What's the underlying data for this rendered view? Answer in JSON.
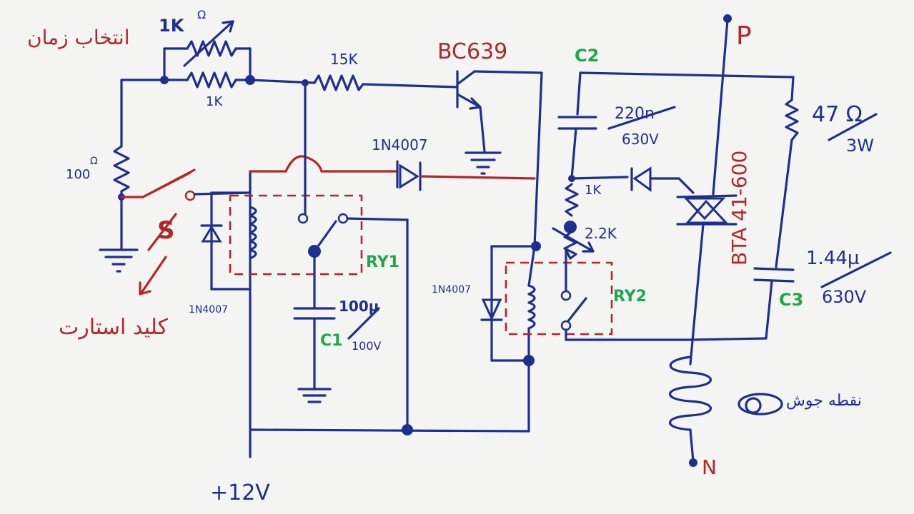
{
  "diagram": {
    "time_select_label": "انتخاب زمان",
    "pot_value": "1K",
    "pot_unit": "Ω",
    "r_parallel": "1K",
    "r_base": "15K",
    "transistor": "BC639",
    "r_switch": "100",
    "r_switch_unit": "Ω",
    "switch_label": "S",
    "start_key_label": "کلید استارت",
    "diode1": "1N4007",
    "diode2": "1N4007",
    "diode3": "1N4007",
    "relay1": "RY1",
    "relay2": "RY2",
    "c1_name": "C1",
    "c1_value": "100µ",
    "c1_voltage": "100V",
    "supply": "+12V",
    "c2_name": "C2",
    "c2_value": "220n",
    "c2_voltage": "630V",
    "r_gate1": "1K",
    "r_gate2": "2.2K",
    "triac": "BTA 41-600",
    "r_snubber": "47 Ω",
    "r_snubber_power": "3W",
    "c3_name": "C3",
    "c3_value": "1.44µ",
    "c3_voltage": "630V",
    "terminal_p": "P",
    "terminal_n": "N",
    "spot_weld_label": "نقطه جوش",
    "ink_blue": "#1f2f8f",
    "ink_red": "#b3262a",
    "ink_green": "#1fa84a"
  }
}
